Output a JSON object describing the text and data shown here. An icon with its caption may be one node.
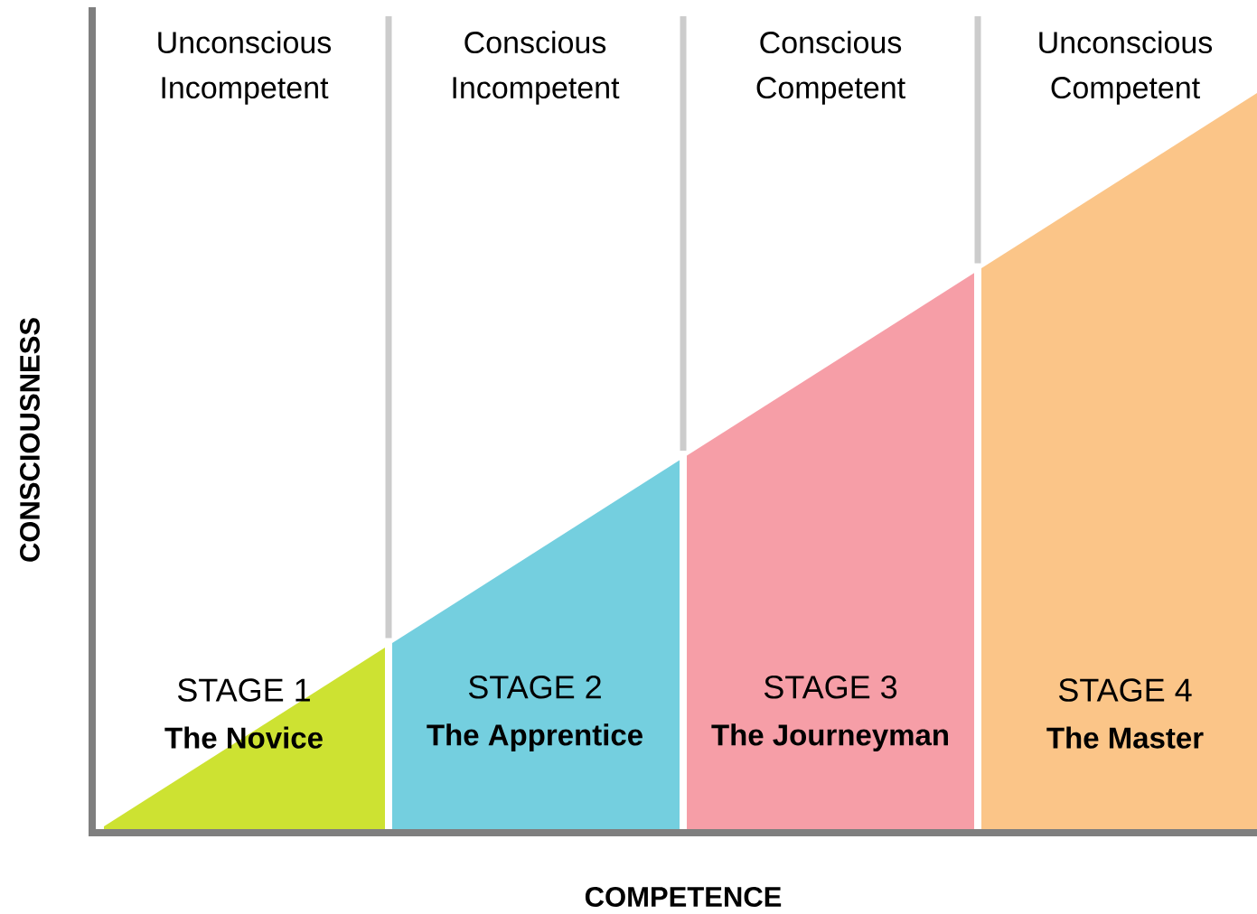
{
  "diagram": {
    "nodes": [
      {
        "text": [
          "STAGE 1",
          "The Novice"
        ]
      },
      {
        "text": [
          "STAGE 2",
          "The Apprentice"
        ]
      },
      {
        "text": [
          "STAGE 3",
          "The Journeyman"
        ]
      },
      {
        "text": [
          "STAGE 4",
          "The Master"
        ]
      }
    ],
    "labels": [
      "Unconscious Incompetent",
      "Conscious Incompetent",
      "Conscious Competent",
      "Unconscious Competent",
      "CONSCIOUSNESS",
      "COMPETENCE"
    ]
  }
}
